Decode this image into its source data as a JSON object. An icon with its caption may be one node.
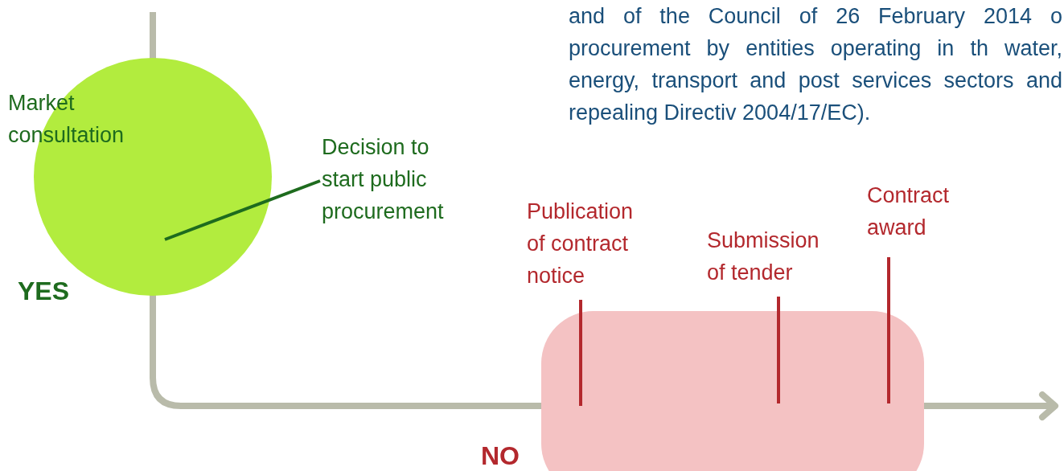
{
  "diagram": {
    "nodes": [
      {
        "text": [
          "Market consultation"
        ]
      },
      {
        "text": [
          "Decision to start public procurement"
        ]
      },
      {
        "text": [],
        "shape": "box"
      },
      {
        "text": [
          "Publication of contract notice"
        ]
      },
      {
        "text": [
          "Submission of tender"
        ]
      },
      {
        "text": [
          "Contract award"
        ]
      }
    ],
    "edges": [
      {
        "from": 1,
        "to": 0,
        "arrow": "none",
        "color": "#1e6b1e"
      },
      {
        "from": 3,
        "to": 2,
        "arrow": "none"
      },
      {
        "from": 4,
        "to": 2,
        "arrow": "none"
      },
      {
        "from": 5,
        "to": 2,
        "arrow": "none"
      }
    ],
    "labels": [
      "and of the Council of 26 February 2014 o procurement by entities operating in th water, energy, transport and post services sectors and repealing Directiv 2004/17/EC).",
      "YES",
      "NO"
    ]
  }
}
